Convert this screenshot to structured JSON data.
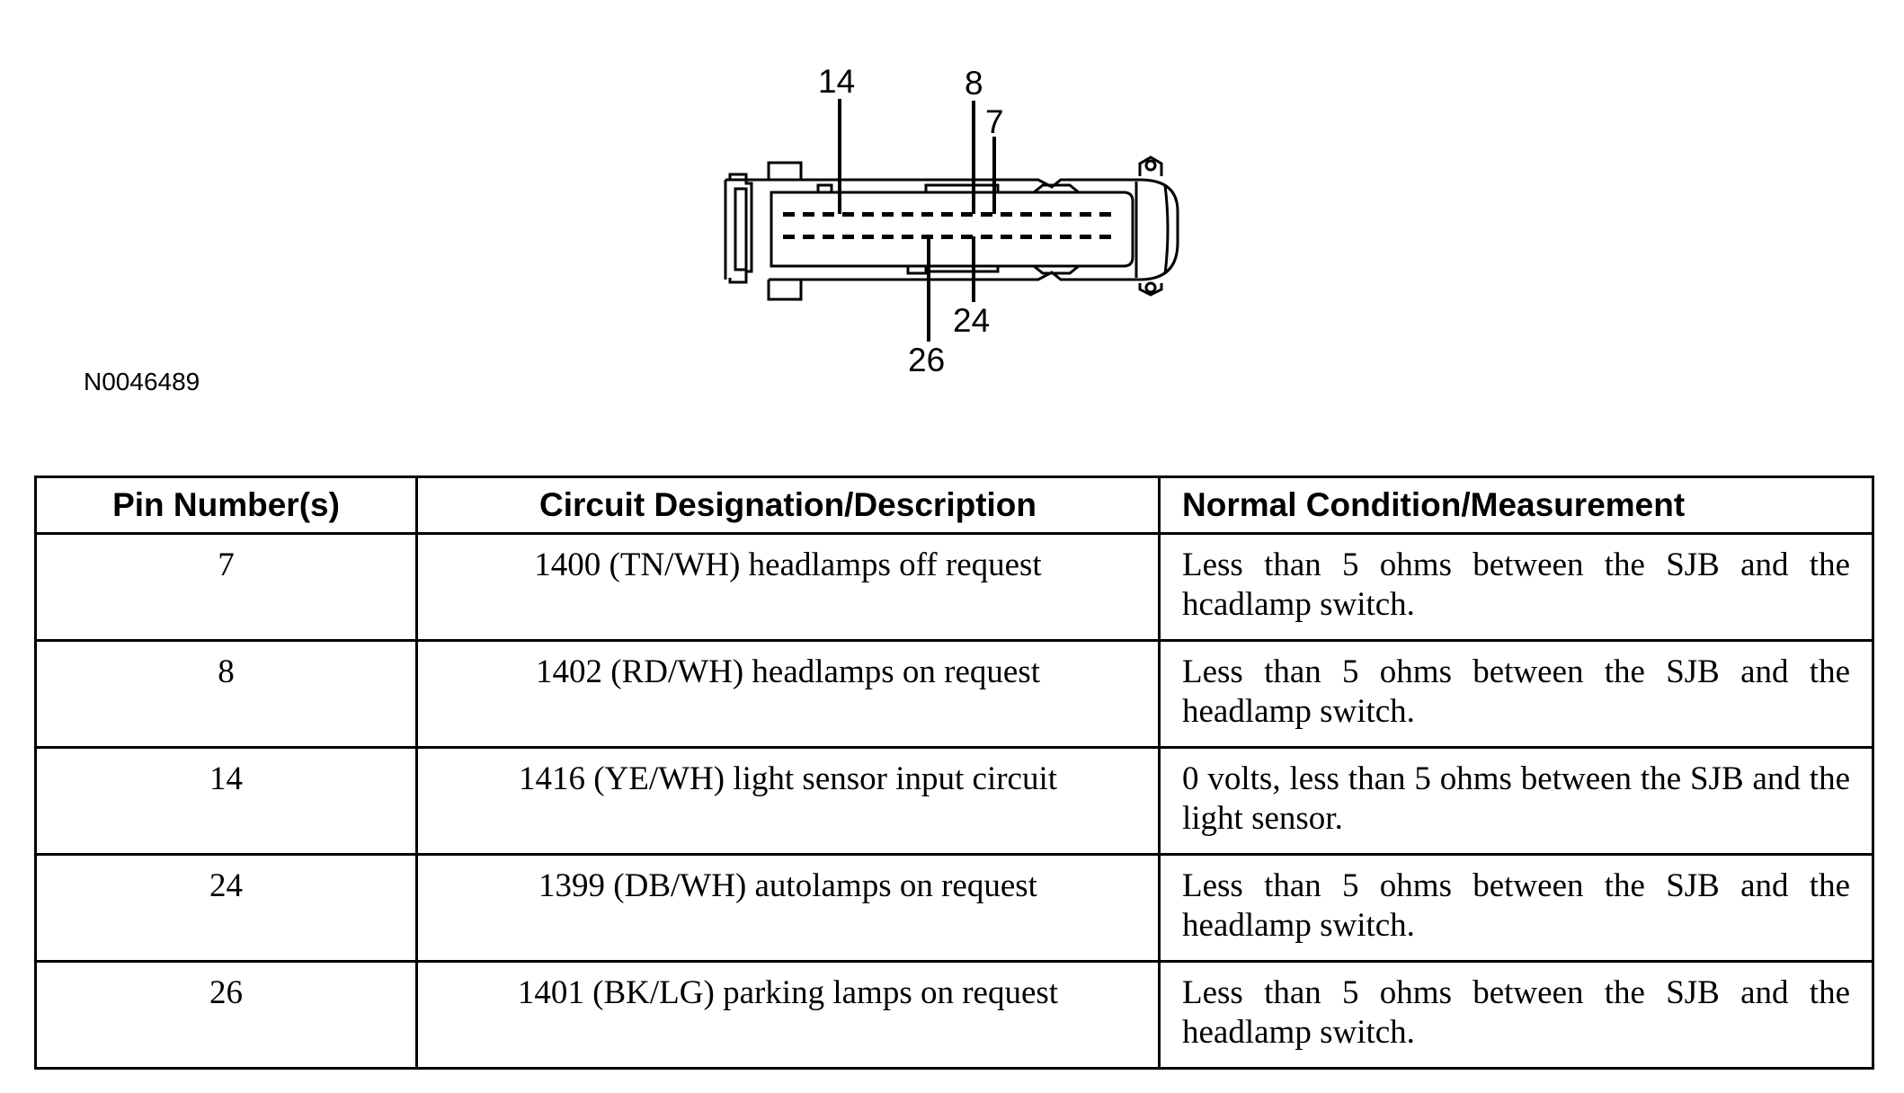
{
  "diagram": {
    "callouts": {
      "pin14": "14",
      "pin8": "8",
      "pin7": "7",
      "pin24": "24",
      "pin26": "26"
    },
    "figure_id": "N0046489"
  },
  "table": {
    "headers": {
      "pin": "Pin Number(s)",
      "desc": "Circuit Designation/Description",
      "meas": "Normal Condition/Measurement"
    },
    "rows": [
      {
        "pin": "7",
        "desc": "1400 (TN/WH) headlamps off request",
        "meas": "Less than 5 ohms between the SJB and the hcadlamp switch."
      },
      {
        "pin": "8",
        "desc": "1402 (RD/WH) headlamps on request",
        "meas": "Less than 5 ohms between the SJB and the headlamp switch."
      },
      {
        "pin": "14",
        "desc": "1416 (YE/WH) light sensor input circuit",
        "meas": "0 volts, less than 5 ohms between the SJB and the light sensor."
      },
      {
        "pin": "24",
        "desc": "1399 (DB/WH) autolamps on request",
        "meas": "Less than 5 ohms between the SJB and the headlamp switch."
      },
      {
        "pin": "26",
        "desc": "1401 (BK/LG) parking lamps on request",
        "meas": "Less than 5 ohms between the SJB and the headlamp switch."
      }
    ]
  }
}
